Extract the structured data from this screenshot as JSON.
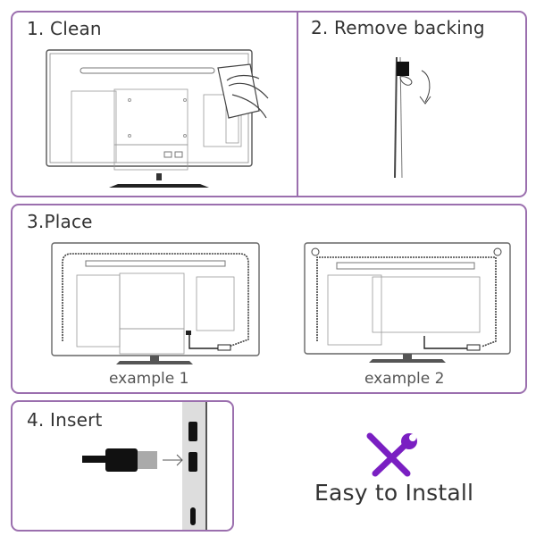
{
  "steps": [
    {
      "number": 1,
      "title": "1. Clean"
    },
    {
      "number": 2,
      "title": "2. Remove backing"
    },
    {
      "number": 3,
      "title": "3.Place",
      "examples": [
        "example 1",
        "example 2"
      ]
    },
    {
      "number": 4,
      "title": "4. Insert"
    }
  ],
  "feature": {
    "label": "Easy to Install",
    "icon": "tools-icon"
  },
  "colors": {
    "border": "#9b6fae",
    "accent": "#7a1fc2",
    "line": "#555555"
  }
}
